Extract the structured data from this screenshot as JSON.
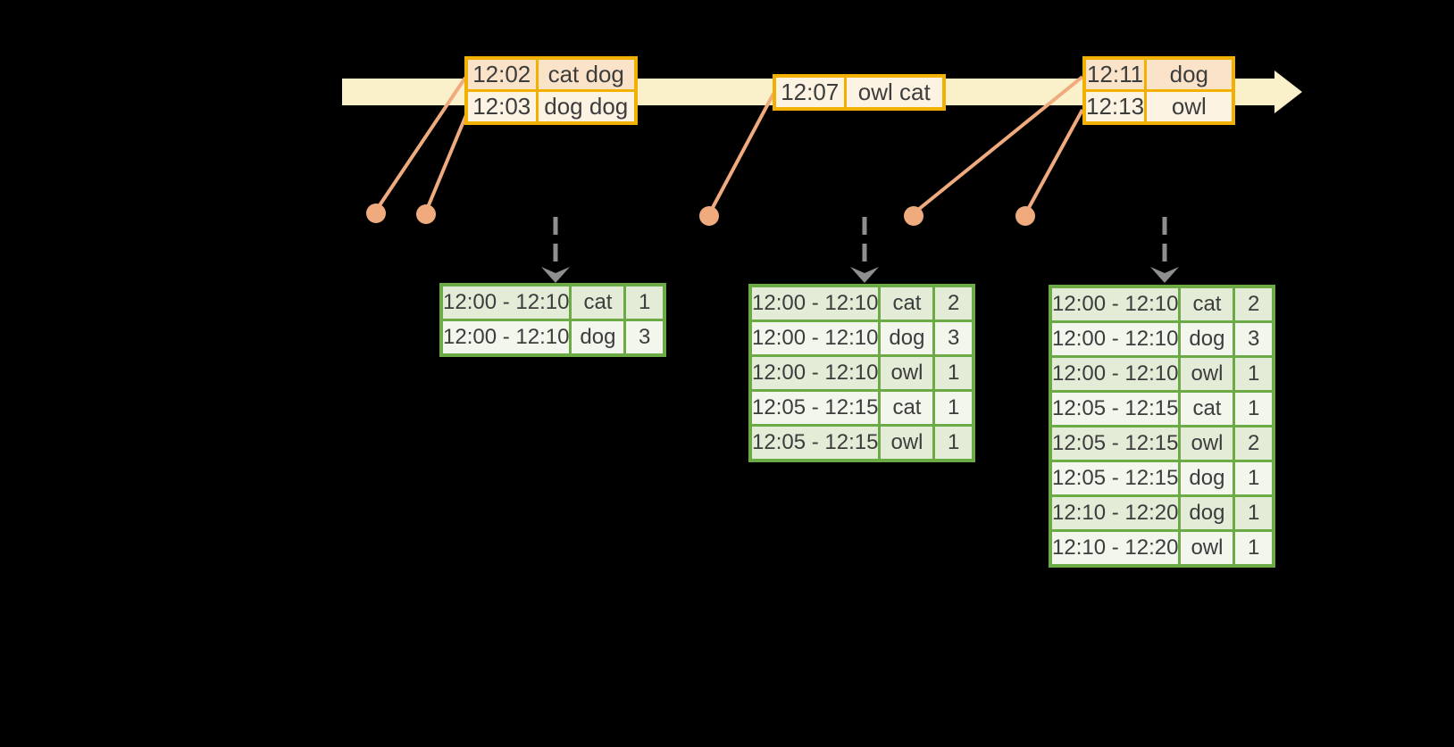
{
  "diagram": {
    "description": "windowed word-count aggregation over event-time stream",
    "colors": {
      "band": "#faf0c9",
      "amber": "#f2b100",
      "event_dark": "#fae3c8",
      "event_light": "#fdf3e2",
      "green": "#6caa46",
      "result_dark": "#e3ecd7",
      "result_light": "#f2f6ed",
      "connector": "#efaa7e",
      "arrow": "#8f8f8f",
      "text": "#3d3d3d"
    },
    "event_tables": [
      {
        "rows": [
          {
            "time": "12:02",
            "words": "cat dog"
          },
          {
            "time": "12:03",
            "words": "dog dog"
          }
        ]
      },
      {
        "rows": [
          {
            "time": "12:07",
            "words": "owl cat"
          }
        ]
      },
      {
        "rows": [
          {
            "time": "12:11",
            "words": "dog"
          },
          {
            "time": "12:13",
            "words": "owl"
          }
        ]
      }
    ],
    "result_tables": [
      {
        "rows": [
          {
            "window": "12:00 - 12:10",
            "word": "cat",
            "count": "1"
          },
          {
            "window": "12:00 - 12:10",
            "word": "dog",
            "count": "3"
          }
        ]
      },
      {
        "rows": [
          {
            "window": "12:00 - 12:10",
            "word": "cat",
            "count": "2"
          },
          {
            "window": "12:00 - 12:10",
            "word": "dog",
            "count": "3"
          },
          {
            "window": "12:00 - 12:10",
            "word": "owl",
            "count": "1"
          },
          {
            "window": "12:05 - 12:15",
            "word": "cat",
            "count": "1"
          },
          {
            "window": "12:05 - 12:15",
            "word": "owl",
            "count": "1"
          }
        ]
      },
      {
        "rows": [
          {
            "window": "12:00 - 12:10",
            "word": "cat",
            "count": "2"
          },
          {
            "window": "12:00 - 12:10",
            "word": "dog",
            "count": "3"
          },
          {
            "window": "12:00 - 12:10",
            "word": "owl",
            "count": "1"
          },
          {
            "window": "12:05 - 12:15",
            "word": "cat",
            "count": "1"
          },
          {
            "window": "12:05 - 12:15",
            "word": "owl",
            "count": "2"
          },
          {
            "window": "12:05 - 12:15",
            "word": "dog",
            "count": "1"
          },
          {
            "window": "12:10 - 12:20",
            "word": "dog",
            "count": "1"
          },
          {
            "window": "12:10 - 12:20",
            "word": "owl",
            "count": "1"
          }
        ]
      }
    ]
  }
}
